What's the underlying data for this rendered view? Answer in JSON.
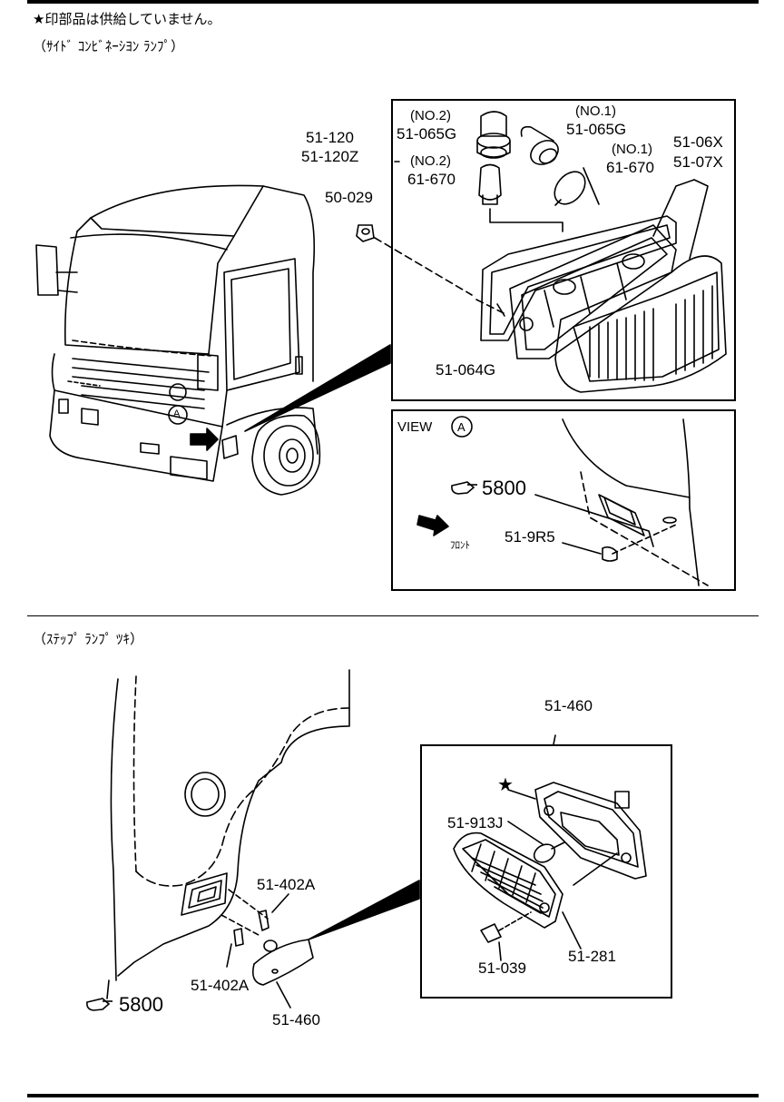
{
  "notes": {
    "star_note": "★印部品は供給していません。",
    "section1_title": "（ｻｲﾄﾞ ｺﾝﾋﾞﾈｰｼﾖﾝ ﾗﾝﾌﾟ）",
    "section2_title": "（ｽﾃｯﾌﾟ ﾗﾝﾌﾟ ﾂｷ）"
  },
  "view_a": {
    "title": "VIEW",
    "marker": "A",
    "front_label": "ﾌﾛﾝﾄ"
  },
  "marker_a": "A",
  "star_marker": "★",
  "ref_icon": "pointing-hand-icon",
  "labels": {
    "l_51_120": "51-120",
    "l_51_120z": "51-120Z",
    "l_50_029": "50-029",
    "l_no2_a": "(NO.2)",
    "l_51_065g_a": "51-065G",
    "l_no1_a": "(NO.1)",
    "l_51_065g_b": "51-065G",
    "l_no2_b": "(NO.2)",
    "l_61_670_a": "61-670",
    "l_no1_b": "(NO.1)",
    "l_61_670_b": "61-670",
    "l_51_06x": "51-06X",
    "l_51_07x": "51-07X",
    "l_51_064g": "51-064G",
    "l_5800_a": "5800",
    "l_51_9r5": "51-9R5",
    "l_51_460_a": "51-460",
    "l_51_913j": "51-913J",
    "l_51_039": "51-039",
    "l_51_281": "51-281",
    "l_51_402a_a": "51-402A",
    "l_51_402a_b": "51-402A",
    "l_5800_b": "5800",
    "l_51_460_b": "51-460"
  }
}
